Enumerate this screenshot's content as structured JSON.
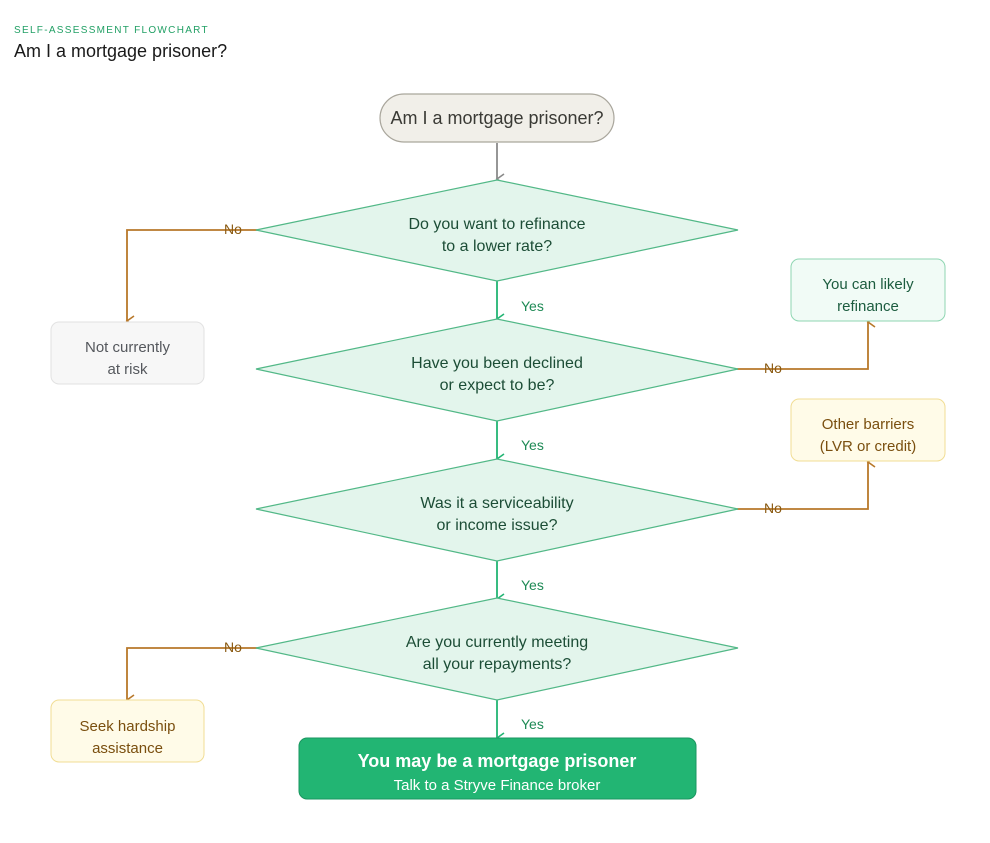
{
  "header": {
    "eyebrow": "SELF-ASSESSMENT FLOWCHART",
    "title": "Am I a mortgage prisoner?"
  },
  "nodes": {
    "start": "Am I a mortgage prisoner?",
    "q1": {
      "line1": "Do you want to refinance",
      "line2": "to a lower rate?"
    },
    "q2": {
      "line1": "Have you been declined",
      "line2": "or expect to be?"
    },
    "q3": {
      "line1": "Was it a serviceability",
      "line2": "or income issue?"
    },
    "q4": {
      "line1": "Are you currently meeting",
      "line2": "all your repayments?"
    },
    "not_at_risk": {
      "line1": "Not currently",
      "line2": "at risk"
    },
    "can_refinance": {
      "line1": "You can likely",
      "line2": "refinance"
    },
    "other_barriers": {
      "line1": "Other barriers",
      "line2": "(LVR or credit)"
    },
    "hardship": {
      "line1": "Seek hardship",
      "line2": "assistance"
    },
    "result": {
      "title": "You may be a mortgage prisoner",
      "subtitle": "Talk to a Stryve Finance broker"
    }
  },
  "labels": {
    "yes": "Yes",
    "no": "No"
  },
  "colors": {
    "accent_green": "#22b573",
    "decision_fill": "#e3f5ec",
    "decision_stroke": "#52b887",
    "amber_connector": "#b8782a",
    "neutral_connector": "#8a8a8a",
    "start_fill": "#f1efe9",
    "amber_fill": "#fffbe8",
    "amber_stroke": "#f1dd94"
  }
}
